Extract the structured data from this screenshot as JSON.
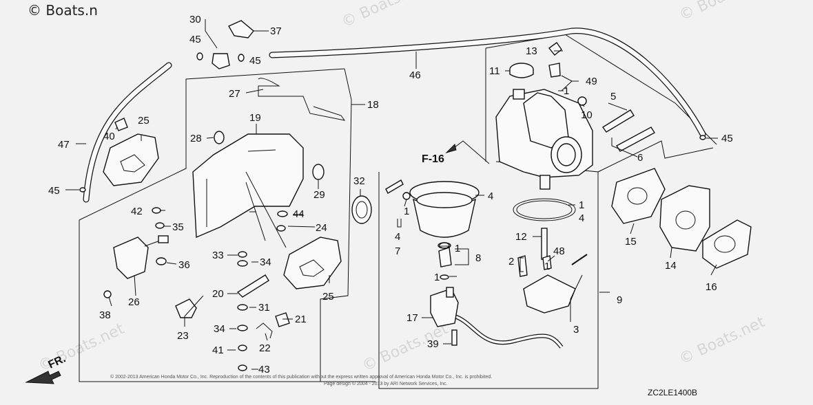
{
  "watermark": "© Boats.net",
  "watermark_short": "© Boats.n",
  "front_label": "FR.",
  "section_ref": "F-16",
  "diagram_code": "ZC2LE1400B",
  "copyright_line1": "© 2002-2013 American Honda Motor Co., Inc. Reproduction of the contents of this publication without the express written approval of American Honda Motor Co., Inc. is prohibited.",
  "copyright_line2": "Page design © 2004 - 2013 by ARI Network Services, Inc.",
  "callouts": {
    "c1a": "1",
    "c1b": "1",
    "c1c": "1",
    "c1d": "1",
    "c1e": "1",
    "c1f": "1",
    "c2": "2",
    "c3": "3",
    "c4a": "4",
    "c4b": "4",
    "c4c": "4",
    "c5": "5",
    "c6": "6",
    "c7": "7",
    "c8": "8",
    "c9": "9",
    "c10": "10",
    "c11": "11",
    "c12": "12",
    "c13": "13",
    "c14": "14",
    "c15": "15",
    "c16": "16",
    "c17": "17",
    "c18": "18",
    "c19": "19",
    "c20": "20",
    "c21": "21",
    "c22": "22",
    "c23": "23",
    "c24": "24",
    "c25a": "25",
    "c25b": "25",
    "c26": "26",
    "c27": "27",
    "c28": "28",
    "c29": "29",
    "c30": "30",
    "c31": "31",
    "c32": "32",
    "c33": "33",
    "c34a": "34",
    "c34b": "34",
    "c35": "35",
    "c36": "36",
    "c37": "37",
    "c38": "38",
    "c39": "39",
    "c40": "40",
    "c41": "41",
    "c42": "42",
    "c43": "43",
    "c44": "44",
    "c45a": "45",
    "c45b": "45",
    "c45c": "45",
    "c45d": "45",
    "c46": "46",
    "c47": "47",
    "c48": "48",
    "c49": "49"
  }
}
